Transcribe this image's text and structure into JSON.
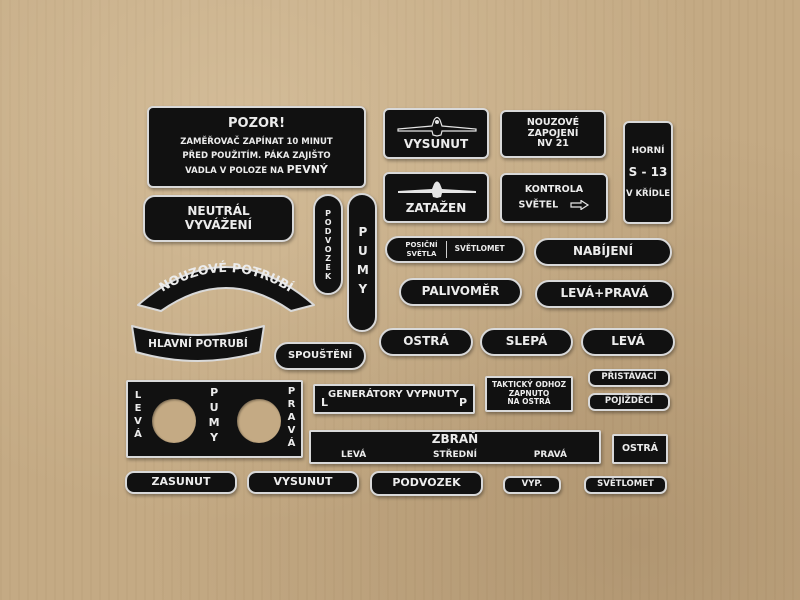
{
  "plates": {
    "pozor": {
      "title": "POZOR!",
      "line1": "ZAMĚŘOVAČ ZAPÍNAT 10 MINUT",
      "line2": "PŘED POUŽITÍM. PÁKA ZAJIŠTO",
      "line3_prefix": "VADLA V POLOZE NA",
      "line3_word": "PEVNÝ"
    },
    "vysunut_plane": "VYSUNUT",
    "zatazen_plane": "ZATAŽEN",
    "nouzove_zapojeni": {
      "line1": "NOUZOVÉ",
      "line2": "ZAPOJENÍ",
      "line3": "NV 21"
    },
    "kontrola_svetel": {
      "line1": "KONTROLA",
      "line2": "SVĚTEL"
    },
    "horni_s13": {
      "line1": "HORNÍ",
      "line2": "S - 13",
      "line3": "V KŘÍDLE"
    },
    "neutral": {
      "line1": "NEUTRÁL",
      "line2": "VYVÁŽENÍ"
    },
    "podvozek_vertical": "PODVOZEK",
    "pumy_vertical": "PUMY",
    "posicni_svetla": {
      "left_line1": "POSIČNÍ",
      "left_line2": "SVĚTLA",
      "right": "SVĚTLOMET"
    },
    "nabijeni": "NABÍJENÍ",
    "nouzove_potrubi": "NOUZOVÉ POTRUBÍ",
    "hlavni_potrubi": "HLAVNÍ POTRUBÍ",
    "palivomer": "PALIVOMĚR",
    "leva_prava": "LEVÁ+PRAVÁ",
    "spousteni": "SPOUŠTĚNÍ",
    "ostra1": "OSTRÁ",
    "slepa": "SLEPÁ",
    "leva1": "LEVÁ",
    "pumy_panel": {
      "left": "LEVÁ",
      "center": "PUMY",
      "right": "PRAVÁ"
    },
    "generatory": {
      "text": "GENERÁTORY VYPNUTY",
      "left": "L",
      "right": "P"
    },
    "takticky": {
      "line1": "TAKTICKÝ ODHOZ",
      "line2": "ZAPNUTO",
      "line3": "NA OSTRÁ"
    },
    "pristavaci": "PŘISTÁVACÍ",
    "pojizdeci": "POJÍŽDĚCÍ",
    "zbran": {
      "title": "ZBRAŇ",
      "left": "LEVÁ",
      "center": "STŘEDNÍ",
      "right": "PRAVÁ"
    },
    "ostra2": "OSTRÁ",
    "zasunut": "ZASUNUT",
    "vysunut2": "VYSUNUT",
    "podvozek2": "PODVOZEK",
    "vyp": "VYP.",
    "svetlomet2": "SVĚTLOMET"
  }
}
